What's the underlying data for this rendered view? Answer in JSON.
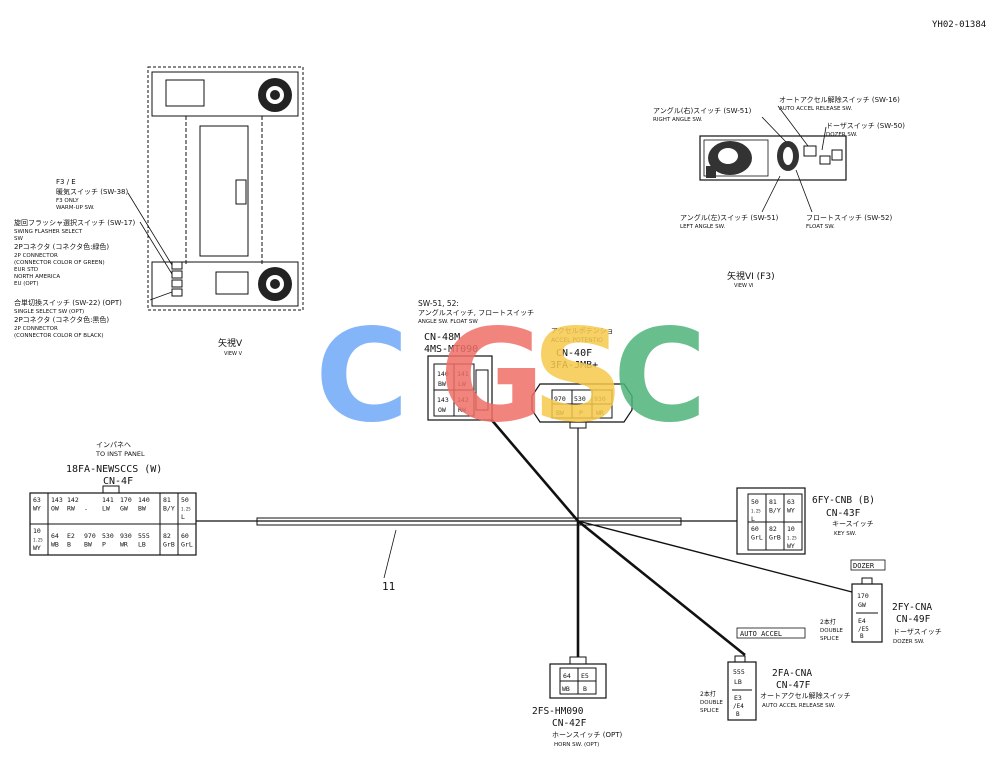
{
  "doc_id": "YH02-01384",
  "view_v": {
    "title_jp": "矢視V",
    "title_en": "VIEW V",
    "notes": [
      {
        "id": "sw38",
        "lines": [
          "F3 / E",
          "暖気スイッチ (SW-38)",
          "F3 ONLY",
          "WARM-UP SW."
        ]
      },
      {
        "id": "sw17",
        "lines": [
          "旋回フラッシャ選択スイッチ (SW-17)",
          "SWING FLASHER SELECT",
          "SW",
          "2Pコネクタ (コネクタ色:緑色)",
          "2P CONNECTOR",
          "(CONNECTOR COLOR OF GREEN)",
          "EUR STD",
          "NORTH AMERICA",
          "EU (OPT)"
        ]
      },
      {
        "id": "sw22",
        "lines": [
          "合単切換スイッチ (SW-22) (OPT)",
          "SINGLE SELECT SW (OPT)",
          "2Pコネクタ (コネクタ色:黒色)",
          "2P CONNECTOR",
          "(CONNECTOR COLOR OF BLACK)"
        ]
      }
    ]
  },
  "view_vi": {
    "title_jp": "矢視VI (F3)",
    "title_en": "VIEW VI",
    "labels": [
      {
        "id": "right_angle",
        "lines": [
          "アングル(右)スイッチ (SW-51)",
          "RIGHT ANGLE SW."
        ]
      },
      {
        "id": "auto_accel",
        "lines": [
          "オートアクセル解除スイッチ (SW-16)",
          "AUTO ACCEL RELEASE SW."
        ]
      },
      {
        "id": "dozer",
        "lines": [
          "ドーザスイッチ (SW-50)",
          "DOZER SW."
        ]
      },
      {
        "id": "left_angle",
        "lines": [
          "アングル(左)スイッチ (SW-51)",
          "LEFT ANGLE SW."
        ]
      },
      {
        "id": "float",
        "lines": [
          "フロートスイッチ (SW-52)",
          "FLOAT SW."
        ]
      }
    ]
  },
  "connectors": {
    "cn48m": {
      "head": [
        "SW-51, 52:",
        "アングルスイッチ, フロートスイッチ",
        "ANGLE SW. FLOAT SW"
      ],
      "code": "CN-48M",
      "part": "4MS-MT090",
      "cells": [
        [
          "140",
          "141"
        ],
        [
          "BW",
          "LW"
        ],
        [
          "143",
          "142"
        ],
        [
          "OW",
          "RW"
        ]
      ]
    },
    "cn40f": {
      "head": [
        "アクセルポテンショ",
        "ACCEL POTENTIO"
      ],
      "code": "CN-40F",
      "part": "3FA-JMB+",
      "cells": [
        [
          "970",
          "530",
          "930"
        ],
        [
          "BW",
          "P",
          "WR"
        ]
      ]
    },
    "cn4f": {
      "head": [
        "インパネへ",
        "TO INST PANEL"
      ],
      "part": "18FA-NEWSCCS (W)",
      "code": "CN-4F",
      "top_row": [
        "63\nWY",
        "143\nOW",
        "142\nRW",
        "-",
        "141\nLW",
        "170\nGW",
        "140\nBW",
        "81\nB/Y",
        "50\n1.25\nL"
      ],
      "bottom_row": [
        "10\n1.25\nWY",
        "64\nWB",
        "E2\nB",
        "970\nBW",
        "530\nP",
        "930\nWR",
        "555\nLB",
        "82\nGrB",
        "60\nGrL"
      ]
    },
    "cn43f": {
      "part": "6FY-CNB (B)",
      "code": "CN-43F",
      "name_jp": "キースイッチ",
      "name_en": "KEY SW.",
      "cells": [
        [
          "50\n1.25\nL",
          "81\nB/Y",
          "63\nWY"
        ],
        [
          "60\nGrL",
          "82\nGrB",
          "10\n1.25\nWY"
        ]
      ]
    },
    "cn49f": {
      "tag": "DOZER",
      "part": "2FY-CNA",
      "code": "CN-49F",
      "name_jp": "ドーザスイッチ",
      "name_en": "DOZER SW.",
      "splice": [
        "2本打",
        "DOUBLE",
        "SPLICE"
      ],
      "cells": [
        "170\nGW",
        "E4\n/E5\nB"
      ]
    },
    "cn47f": {
      "tag": "AUTO ACCEL",
      "part": "2FA-CNA",
      "code": "CN-47F",
      "name_jp": "オートアクセル解除スイッチ",
      "name_en": "AUTO ACCEL RELEASE SW.",
      "splice": [
        "2本打",
        "DOUBLE",
        "SPLICE"
      ],
      "cells": [
        "555\nLB",
        "E3\n/E4\nB"
      ]
    },
    "cn42f": {
      "part": "2FS-HM090",
      "code": "CN-42F",
      "name_jp": "ホーンスイッチ (OPT)",
      "name_en": "HORN SW. (OPT)",
      "cells": [
        [
          "64",
          "E5"
        ],
        [
          "WB",
          "B"
        ]
      ]
    }
  },
  "harness_label": "11",
  "watermark": {
    "letters": [
      "C",
      "G",
      "S",
      "C"
    ],
    "colors": [
      "#6ea8f7",
      "#f06f67",
      "#f6c94a",
      "#4fb37a"
    ]
  }
}
